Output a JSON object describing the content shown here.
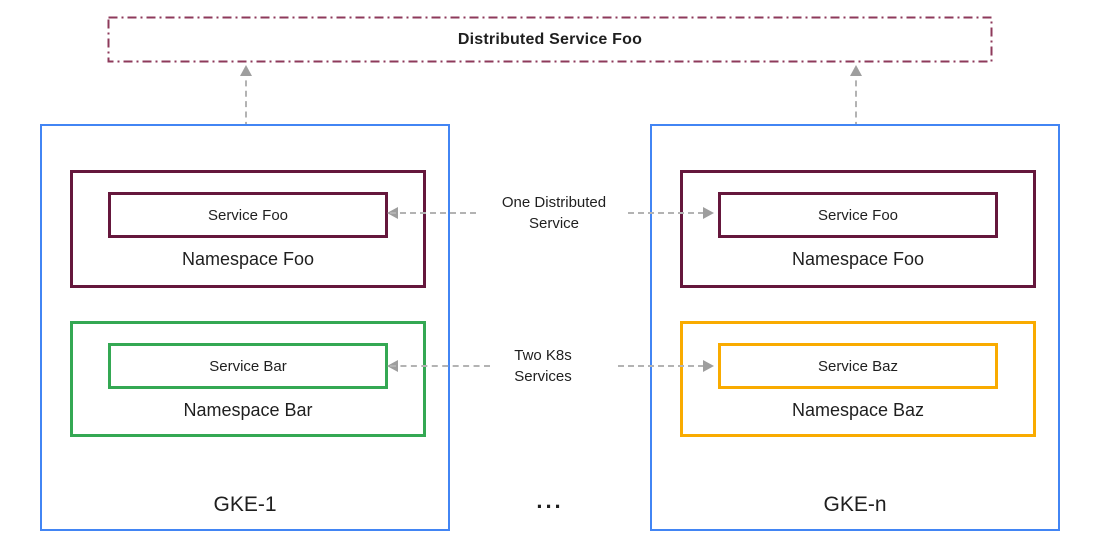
{
  "colors": {
    "cluster-border": "#4285F4",
    "namespace-foo-border": "#65173C",
    "namespace-bar-border": "#34A853",
    "namespace-baz-border": "#F9AB00",
    "distributed-border": "#8E3A5B",
    "arrow": "#9E9E9E",
    "arrow-line": "#B3B3B3",
    "text": "#1F1F1F"
  },
  "distributed_service": {
    "label": "Distributed Service Foo"
  },
  "clusters": [
    {
      "name": "GKE-1",
      "namespaces": [
        {
          "label": "Namespace Foo",
          "service": {
            "label": "Service Foo"
          }
        },
        {
          "label": "Namespace Bar",
          "service": {
            "label": "Service Bar"
          }
        }
      ]
    },
    {
      "name": "GKE-n",
      "namespaces": [
        {
          "label": "Namespace Foo",
          "service": {
            "label": "Service Foo"
          }
        },
        {
          "label": "Namespace Baz",
          "service": {
            "label": "Service Baz"
          }
        }
      ]
    }
  ],
  "annotations": [
    {
      "line1": "One Distributed",
      "line2": "Service"
    },
    {
      "line1": "Two K8s",
      "line2": "Services"
    }
  ],
  "ellipsis": "..."
}
